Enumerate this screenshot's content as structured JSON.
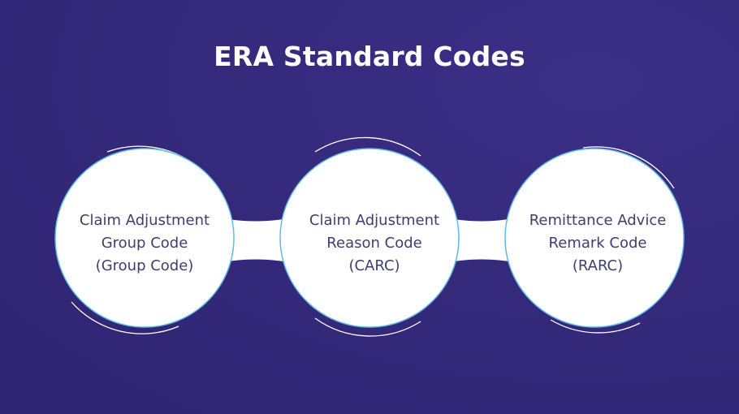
{
  "title": "ERA Standard Codes",
  "colors": {
    "background": "#35297a",
    "circle_fill": "#ffffff",
    "circle_border": "#5fb8e6",
    "text": "#3d3f6e",
    "title": "#ffffff"
  },
  "codes": [
    {
      "line1": "Claim Adjustment",
      "line2": "Group Code",
      "line3": "(Group Code)"
    },
    {
      "line1": "Claim Adjustment",
      "line2": "Reason Code",
      "line3": "(CARC)"
    },
    {
      "line1": "Remittance Advice",
      "line2": "Remark Code",
      "line3": "(RARC)"
    }
  ]
}
